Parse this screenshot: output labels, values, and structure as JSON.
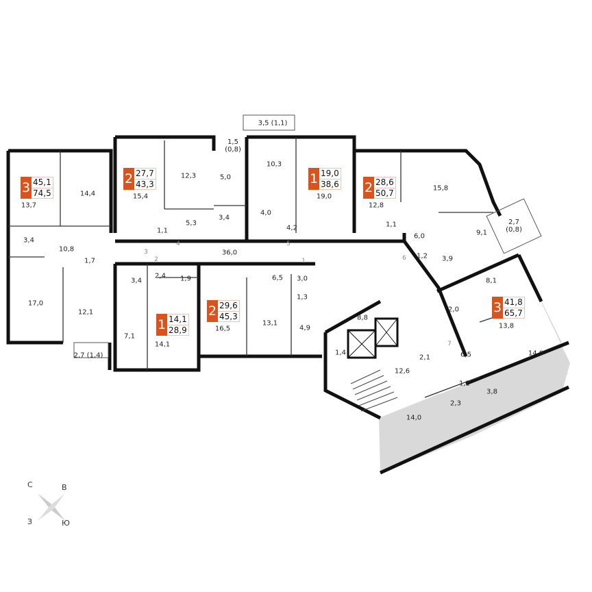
{
  "colors": {
    "accent": "#d9531e",
    "wall": "#111111",
    "shaded": "#d9d9d9"
  },
  "apartments": [
    {
      "rooms": "3",
      "living": "45,1",
      "total": "74,5"
    },
    {
      "rooms": "2",
      "living": "27,7",
      "total": "43,3"
    },
    {
      "rooms": "1",
      "living": "19,0",
      "total": "38,6"
    },
    {
      "rooms": "2",
      "living": "28,6",
      "total": "50,7"
    },
    {
      "rooms": "1",
      "living": "14,1",
      "total": "28,9"
    },
    {
      "rooms": "2",
      "living": "29,6",
      "total": "45,3"
    },
    {
      "rooms": "3",
      "living": "41,8",
      "total": "65,7"
    }
  ],
  "room_areas": [
    "13,7",
    "14,4",
    "3,4",
    "10,8",
    "17,0",
    "12,1",
    "1,7",
    "2,7 (1,4)",
    "15,4",
    "12,3",
    "5,0",
    "1,5\n(0,8)",
    "5,3",
    "1,1",
    "3,4",
    "10,3",
    "4,0",
    "4,2",
    "36,0",
    "3,5 (1,1)",
    "2,4",
    "1,9",
    "3,4",
    "7,1",
    "14,1",
    "16,5",
    "6,5",
    "13,1",
    "4,9",
    "3,0",
    "1,3",
    "19,0",
    "12,8",
    "15,8",
    "1,1",
    "6,0",
    "9,1",
    "2,7\n(0,8)",
    "3,9",
    "1,2",
    "8,1",
    "2,0",
    "13,8",
    "14,0",
    "6,5",
    "2,1",
    "12,6",
    "8,8",
    "1,4",
    "1,2",
    "3,8",
    "2,3",
    "14,0"
  ],
  "door_numbers": [
    "1",
    "2",
    "3",
    "4",
    "5",
    "6",
    "7"
  ],
  "compass": {
    "north": "С",
    "east": "В",
    "west": "З",
    "south": "Ю"
  }
}
